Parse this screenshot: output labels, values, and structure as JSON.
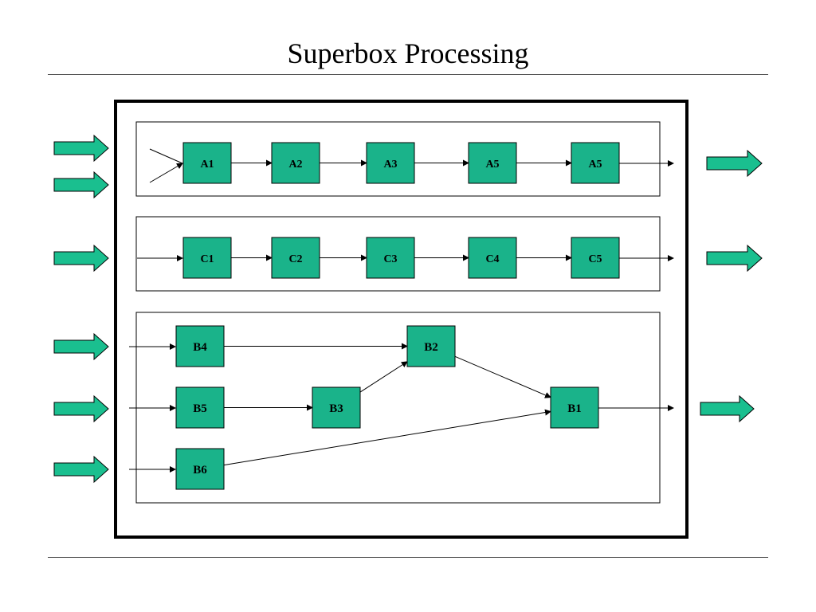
{
  "title": "Superbox Processing",
  "colors": {
    "node_fill": "#1ab38a",
    "input_arrow_fill": "#1abf8f",
    "line": "#000000"
  },
  "nodes": {
    "A1": "A1",
    "A2": "A2",
    "A3": "A3",
    "A4": "A5",
    "A5": "A5",
    "C1": "C1",
    "C2": "C2",
    "C3": "C3",
    "C4": "C4",
    "C5": "C5",
    "B1": "B1",
    "B2": "B2",
    "B3": "B3",
    "B4": "B4",
    "B5": "B5",
    "B6": "B6"
  },
  "edges": [
    [
      "A1",
      "A2"
    ],
    [
      "A2",
      "A3"
    ],
    [
      "A3",
      "A4"
    ],
    [
      "A4",
      "A5"
    ],
    [
      "C1",
      "C2"
    ],
    [
      "C2",
      "C3"
    ],
    [
      "C3",
      "C4"
    ],
    [
      "C4",
      "C5"
    ],
    [
      "B4",
      "B2"
    ],
    [
      "B5",
      "B3"
    ],
    [
      "B3",
      "B2"
    ],
    [
      "B2",
      "B1"
    ],
    [
      "B6",
      "B1"
    ]
  ]
}
